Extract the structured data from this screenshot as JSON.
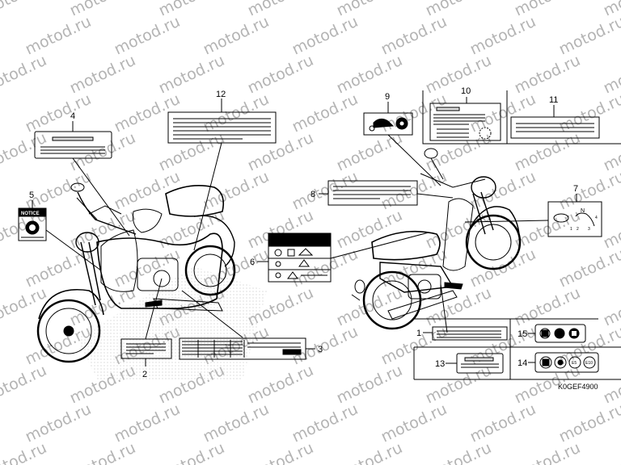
{
  "watermark": "motod.ru",
  "diagram_code": "K0GEF4900",
  "callouts": {
    "c1": "1",
    "c2": "2",
    "c3": "3",
    "c4": "4",
    "c5": "5",
    "c6": "6",
    "c7": "7",
    "c8": "8",
    "c9": "9",
    "c10": "10",
    "c11": "11",
    "c12": "12",
    "c13": "13",
    "c14": "14",
    "c15": "15"
  },
  "notice_label": "NOTICE",
  "gear_pattern": {
    "n": "N",
    "g1": "1",
    "g2": "2",
    "g3": "3",
    "g4": "4"
  },
  "icon_codes": {
    "e5": "E5",
    "e10": "E10"
  },
  "colors": {
    "line": "#000000",
    "watermark": "#b4b4b4",
    "shading": "#dcdcdc"
  }
}
